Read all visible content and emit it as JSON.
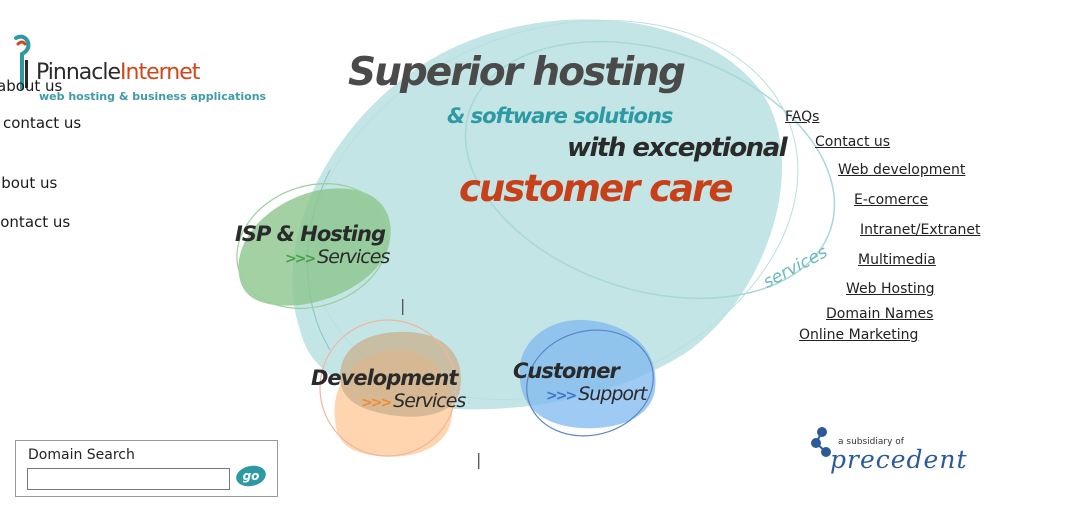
{
  "logo": {
    "name_part1": "Pinnacle",
    "name_part2": "Internet",
    "tagline": "web hosting & business applications"
  },
  "left_nav": {
    "items": [
      {
        "label": "about us"
      },
      {
        "label": "contact us"
      },
      {
        "label": "about us"
      },
      {
        "label": "contact us"
      }
    ]
  },
  "hero": {
    "line1": "Superior hosting",
    "line2": "& software solutions",
    "line3": "with exceptional",
    "line4": "customer care",
    "services_curve": "services",
    "blobs": [
      {
        "title": "ISP & Hosting",
        "sub": "Services"
      },
      {
        "title": "Development",
        "sub": "Services"
      },
      {
        "title": "Customer",
        "sub": "Support"
      }
    ],
    "chevrons": ">>>",
    "cursor_glyph": "|"
  },
  "right_nav": {
    "items": [
      {
        "label": "FAQs"
      },
      {
        "label": "Contact us"
      },
      {
        "label": "Web development"
      },
      {
        "label": "E-comerce"
      },
      {
        "label": "Intranet/Extranet"
      },
      {
        "label": "Multimedia"
      },
      {
        "label": "Web Hosting"
      },
      {
        "label": "Domain Names"
      },
      {
        "label": "Online Marketing"
      }
    ]
  },
  "domain_search": {
    "label": "Domain Search",
    "input_value": "",
    "go_label": "go"
  },
  "subsidiary": {
    "text": "a subsidiary of",
    "brand": "precedent"
  },
  "colors": {
    "teal": "#2d9aa3",
    "orange_red": "#c8401a",
    "big_blob": "#c3e5e6",
    "green_blob": "#8cc58c",
    "tan_blob": "#d9b98a",
    "blue_blob": "#7fb8ef",
    "peach_blob": "#ffd0a6"
  }
}
